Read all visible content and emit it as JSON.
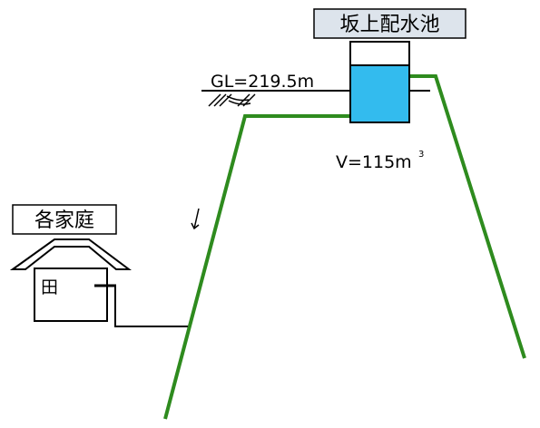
{
  "reservoir": {
    "name": "坂上配水池",
    "ground_level": "GL=219.5m",
    "volume_prefix": "V=115m",
    "volume_superscript": "3"
  },
  "house": {
    "label": "各家庭",
    "window_glyph": "田"
  },
  "colors": {
    "pipe": "#2e8b1e",
    "water": "#33bbee",
    "label_box_fill": "#dde4ec",
    "outline": "#000000"
  },
  "icons": {
    "flow_direction": "arrow-down-icon",
    "house": "house-icon",
    "ground_hatch": "ground-hatch-icon"
  }
}
